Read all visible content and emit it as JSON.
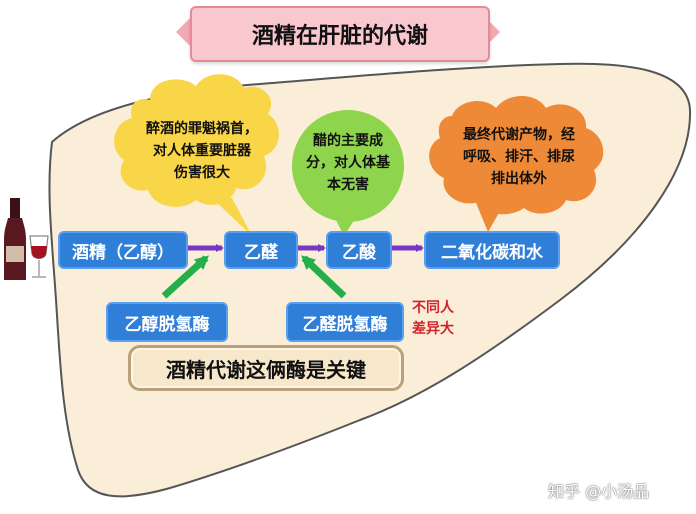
{
  "title": "酒精在肝脏的代谢",
  "nodes": {
    "alcohol": "酒精（乙醇）",
    "acetaldehyde": "乙醛",
    "acetic_acid": "乙酸",
    "end_products": "二氧化碳和水",
    "adh": "乙醇脱氢酶",
    "aldh": "乙醛脱氢酶"
  },
  "bubbles": {
    "acetaldehyde_note": [
      "醉酒的罪魁祸首，",
      "对人体重要脏器",
      "伤害很大"
    ],
    "acetic_acid_note": [
      "醋的主要成",
      "分，对人体基",
      "本无害"
    ],
    "end_note": [
      "最终代谢产物，经",
      "呼吸、排汗、排尿",
      "排出体外"
    ]
  },
  "variation_note": [
    "不同人",
    "差异大"
  ],
  "key_note": "酒精代谢这俩酶是关键",
  "watermark": "知乎 @小汤品",
  "colors": {
    "node_blue": "#2f7ed8",
    "arrow_purple": "#7a37c6",
    "enzyme_arrow_green": "#23b04a",
    "bubble_yellow": "#f9d548",
    "bubble_green": "#8ed44d",
    "bubble_orange": "#ee8a37",
    "liver_fill": "#fbeed9",
    "title_pink": "#f9c8cf",
    "accent_red": "#d1212b"
  }
}
